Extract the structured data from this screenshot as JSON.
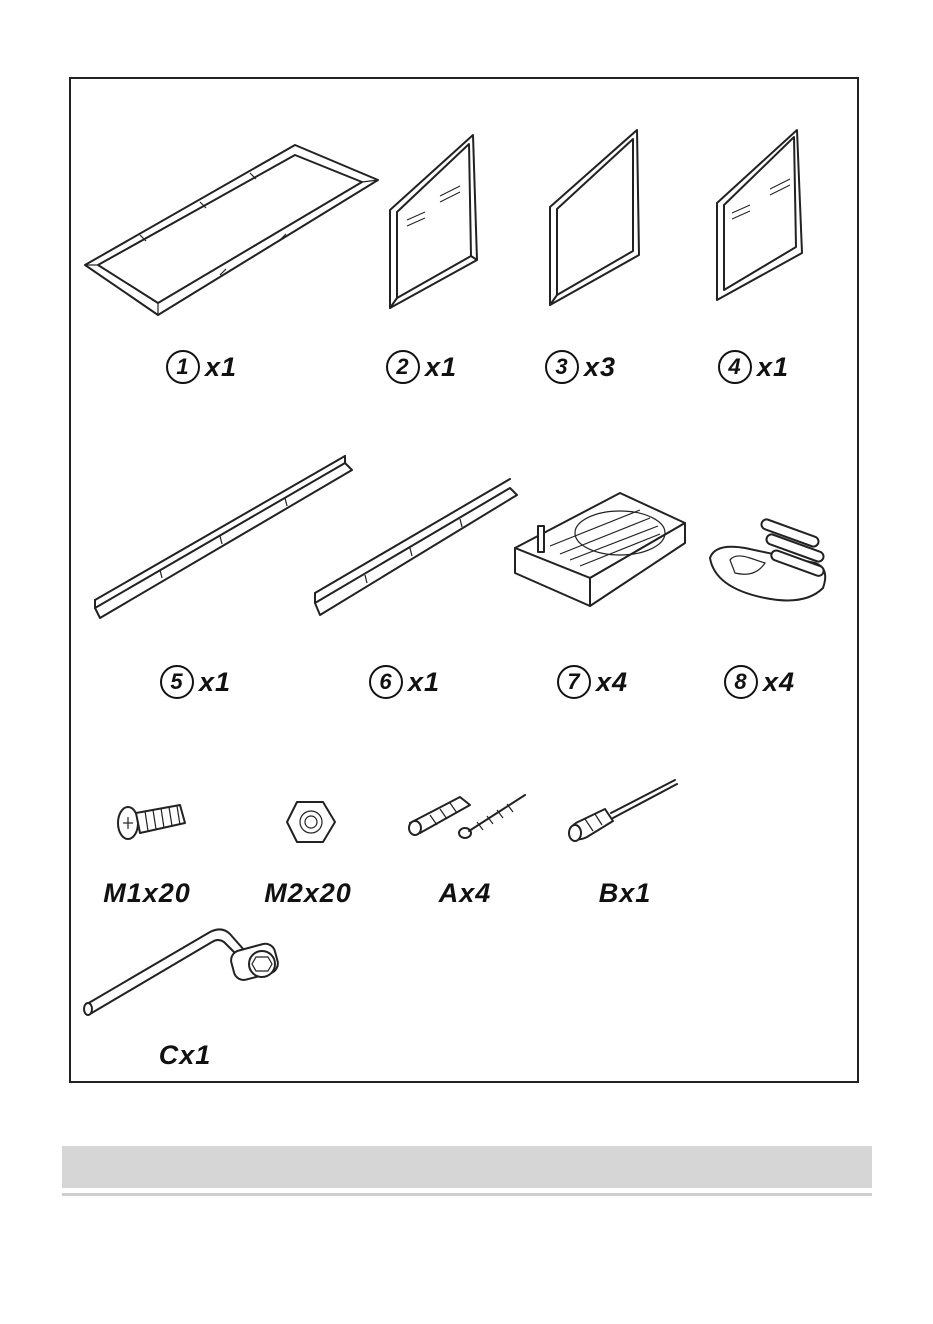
{
  "parts_row1": [
    {
      "num": "1",
      "qty": "x1"
    },
    {
      "num": "2",
      "qty": "x1"
    },
    {
      "num": "3",
      "qty": "x3"
    },
    {
      "num": "4",
      "qty": "x1"
    }
  ],
  "parts_row2": [
    {
      "num": "5",
      "qty": "x1"
    },
    {
      "num": "6",
      "qty": "x1"
    },
    {
      "num": "7",
      "qty": "x4"
    },
    {
      "num": "8",
      "qty": "x4"
    }
  ],
  "hardware": [
    {
      "label": "M1x20"
    },
    {
      "label": "M2x20"
    },
    {
      "label": "Ax4"
    },
    {
      "label": "Bx1"
    },
    {
      "label": "Cx1"
    }
  ]
}
